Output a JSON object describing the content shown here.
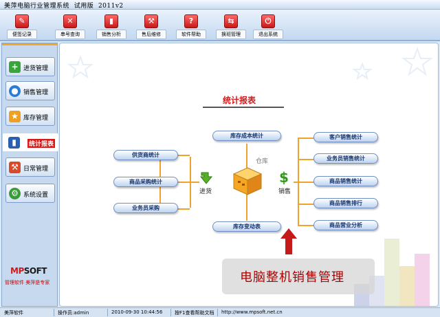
{
  "window": {
    "title": "美萍电脑行业管理系统  试用版  2011v2"
  },
  "toolbar": {
    "buttons": [
      {
        "label": "便签记录",
        "icon": "notepad-icon"
      },
      {
        "label": "串号查询",
        "icon": "search-x-icon"
      },
      {
        "label": "销售分析",
        "icon": "bar-chart-icon"
      },
      {
        "label": "售后维修",
        "icon": "wrench-icon"
      },
      {
        "label": "软件帮助",
        "icon": "help-icon"
      },
      {
        "label": "换班管理",
        "icon": "shift-icon"
      },
      {
        "label": "退出系统",
        "icon": "power-icon"
      }
    ]
  },
  "sidebar": {
    "items": [
      {
        "label": "进货管理",
        "icon": "plus-icon",
        "color": "#3aa53a"
      },
      {
        "label": "销售管理",
        "icon": "globe-icon",
        "color": "#2a7bd1"
      },
      {
        "label": "库存管理",
        "icon": "star-icon",
        "color": "#f0a020"
      },
      {
        "label": "统计报表",
        "icon": "bar-chart-icon",
        "color": "#2a5fb0",
        "active": true
      },
      {
        "label": "日常管理",
        "icon": "tools-icon",
        "color": "#d84a2a"
      },
      {
        "label": "系统设置",
        "icon": "gear-icon",
        "color": "#3a9a3a"
      }
    ],
    "logo": {
      "prefix": "MP",
      "suffix": "SOFT"
    },
    "slogan": "管理软件 美萍是专家"
  },
  "main": {
    "title": "统计报表",
    "left_buttons": [
      "供货商统计",
      "商品采购统计",
      "业务员采购"
    ],
    "center_top": "库存成本统计",
    "center_bottom": "库存变动表",
    "right_buttons": [
      "客户销售统计",
      "业务员销售统计",
      "商品销售统计",
      "商品销售排行",
      "商品营业分析"
    ],
    "label_purchase": "进货",
    "label_warehouse": "仓库",
    "label_sales": "销售",
    "banner": "电脑整机销售管理"
  },
  "statusbar": {
    "app": "美萍软件",
    "operator": "操作员:admin",
    "datetime": "2010-09-30 10:44:56",
    "help": "按F1查看帮助文档",
    "url": "http://www.mpsoft.net.cn"
  },
  "colors": {
    "accent_orange": "#f0a22a",
    "title_red": "#d81818",
    "banner_red": "#b30000"
  }
}
